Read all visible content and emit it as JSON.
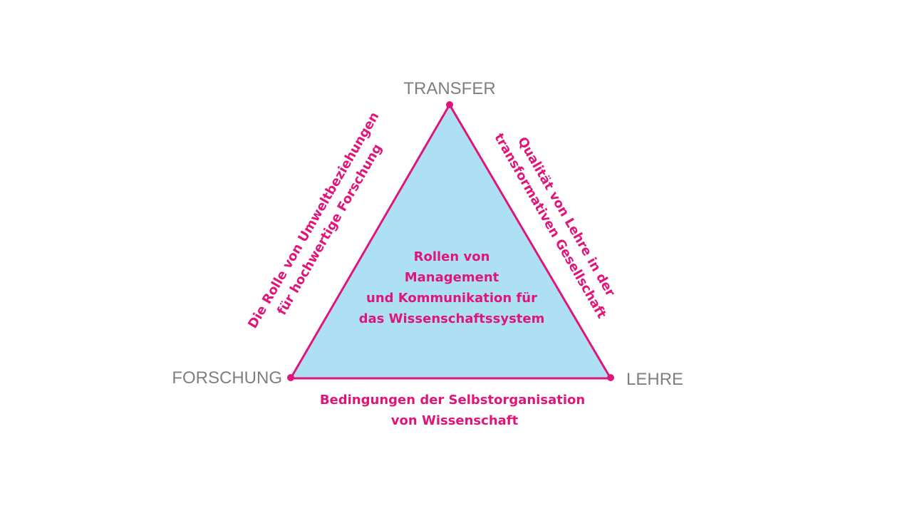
{
  "diagram": {
    "vertices": {
      "top": "TRANSFER",
      "bottom_left": "FORSCHUNG",
      "bottom_right": "LEHRE"
    },
    "center_lines": [
      "Rollen von",
      "Management",
      "und Kommunikation für",
      "das Wissenschaftssystem"
    ],
    "left_edge_lines": [
      "Die Rolle von Umweltbeziehungen",
      "für hochwertige Forschung"
    ],
    "right_edge_lines": [
      "Qualität von Lehre in der",
      "transformativen Gesellschaft"
    ],
    "bottom_edge_lines": [
      "Bedingungen der Selbstorganisation",
      "von Wissenschaft"
    ]
  },
  "colors": {
    "triangle_fill": "#aee0f3",
    "accent": "#e0157a",
    "corner_label": "#7f7f7f",
    "background": "#ffffff"
  }
}
